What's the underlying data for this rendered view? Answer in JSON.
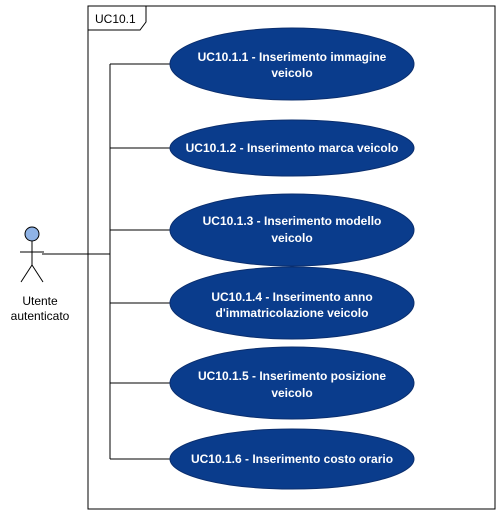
{
  "frame": {
    "title": "UC10.1"
  },
  "actor": {
    "name_lines": [
      "Utente",
      "autenticato"
    ]
  },
  "use_cases": [
    {
      "lines": [
        "UC10.1.1 - Inserimento immagine",
        "veicolo"
      ]
    },
    {
      "lines": [
        "UC10.1.2 - Inserimento marca veicolo"
      ]
    },
    {
      "lines": [
        "UC10.1.3 - Inserimento modello",
        "veicolo"
      ]
    },
    {
      "lines": [
        "UC10.1.4 - Inserimento anno",
        "d'immatricolazione veicolo"
      ]
    },
    {
      "lines": [
        "UC10.1.5 - Inserimento posizione",
        "veicolo"
      ]
    },
    {
      "lines": [
        "UC10.1.6 - Inserimento costo orario"
      ]
    }
  ],
  "colors": {
    "use_case_fill": "#0a3c8c",
    "actor_head": "#8fb3e6",
    "lines": "#000000"
  }
}
